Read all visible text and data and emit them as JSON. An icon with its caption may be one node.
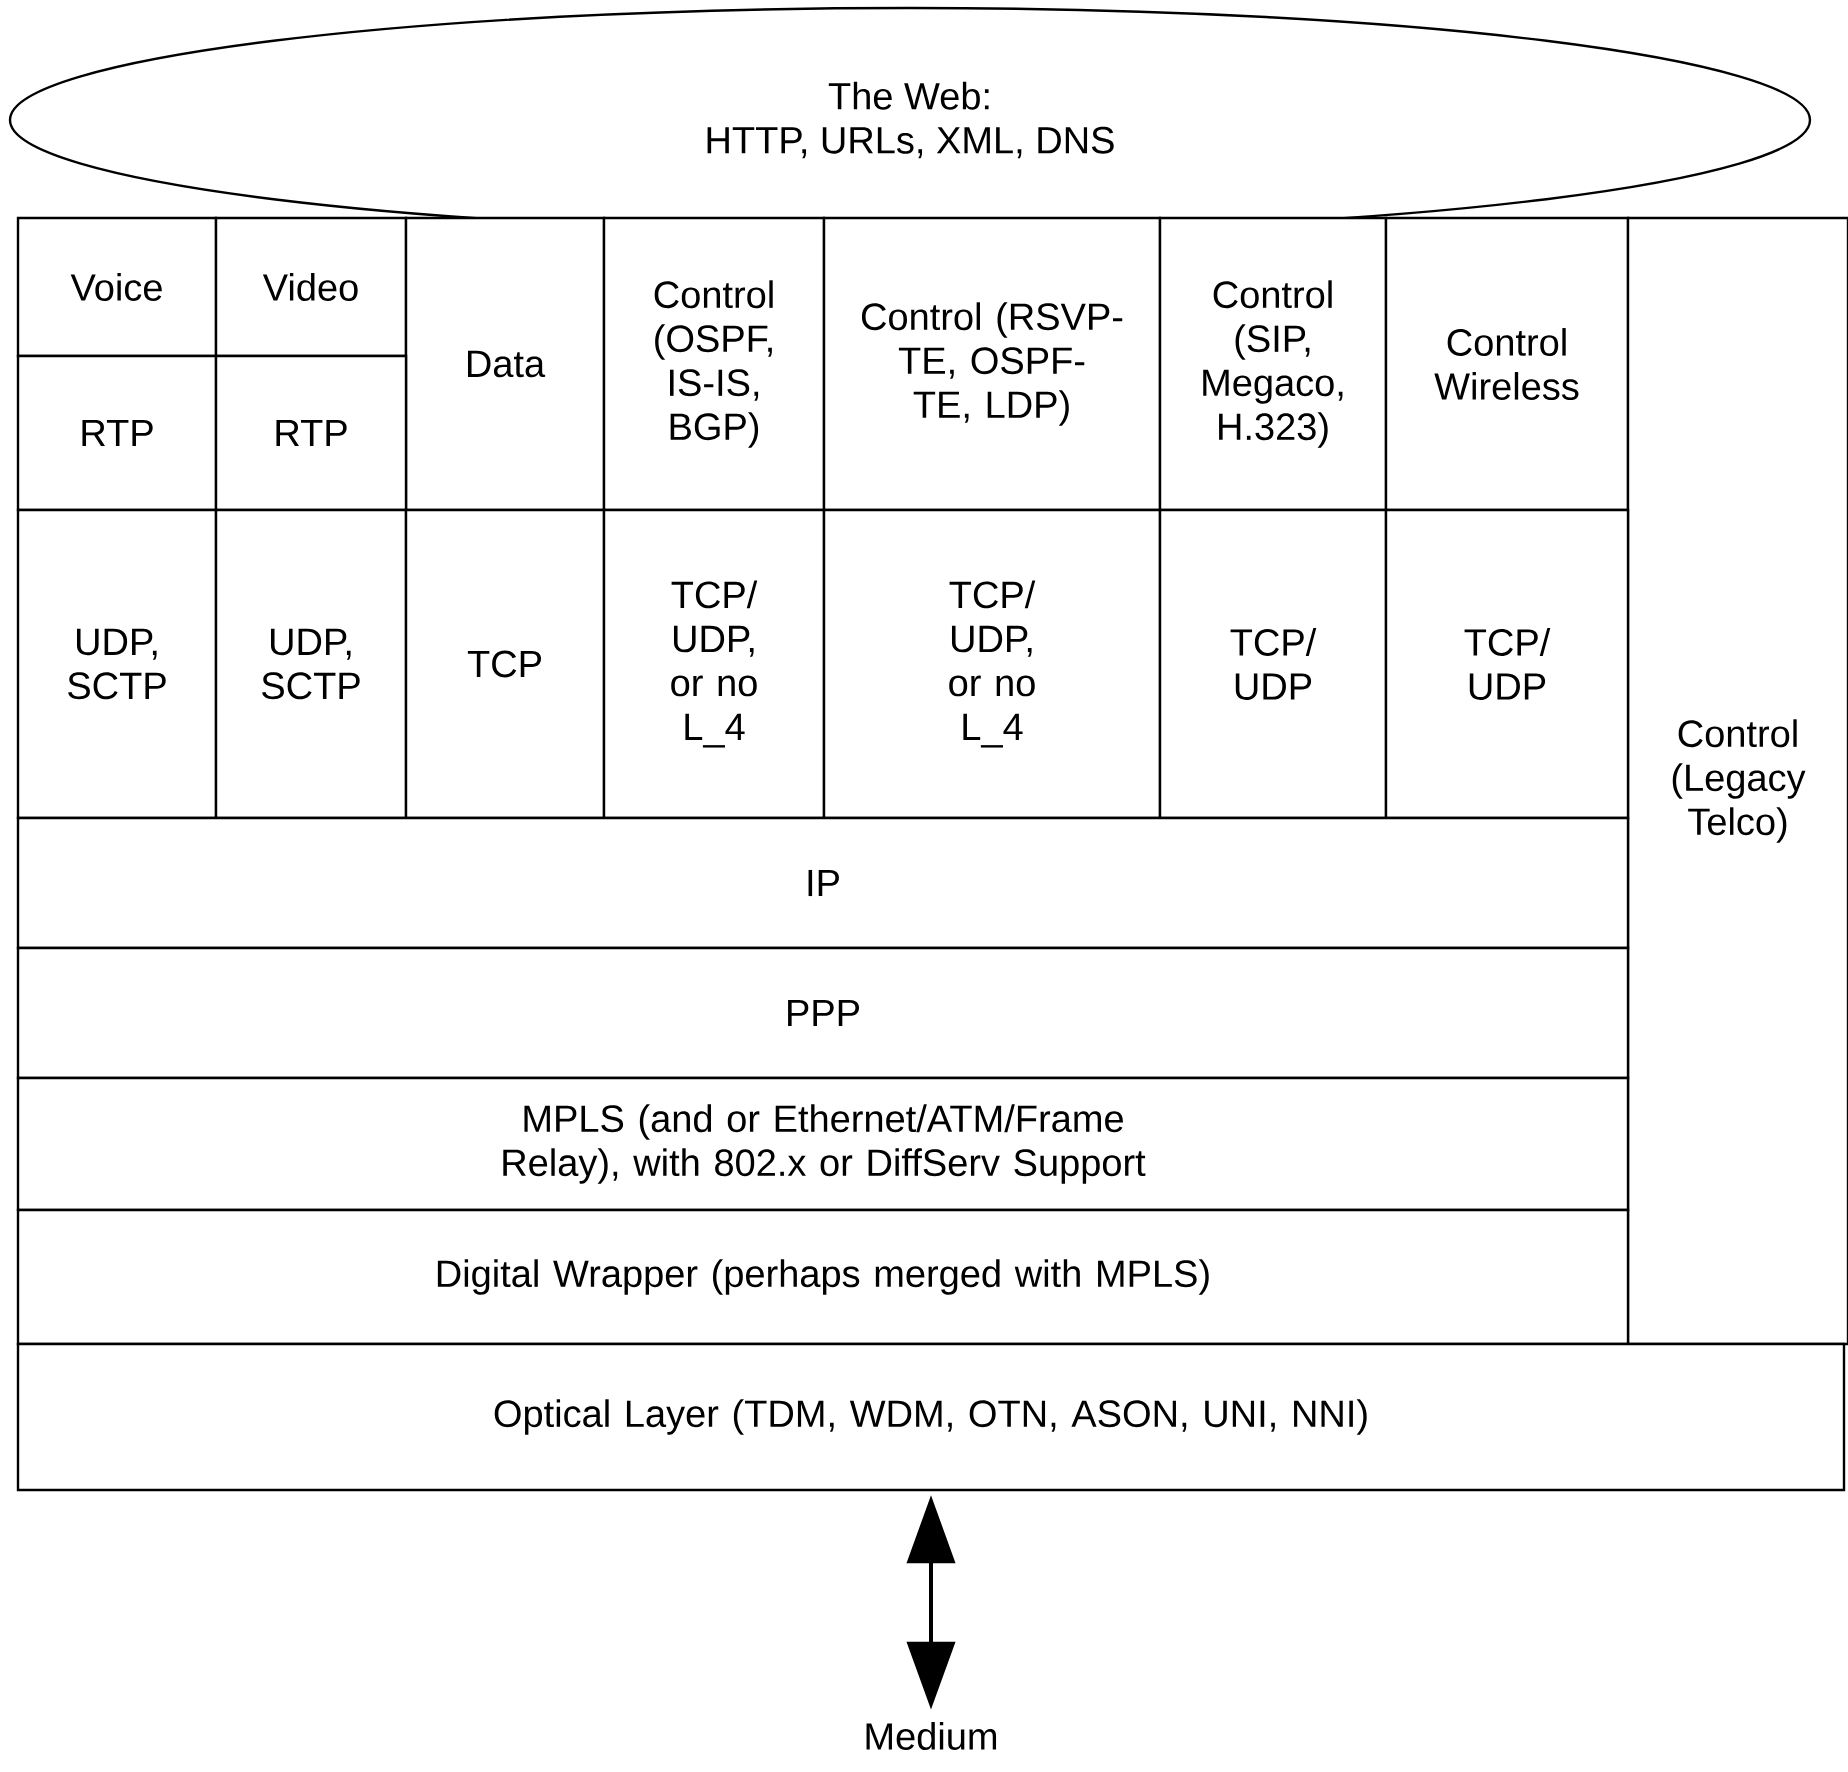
{
  "diagram": {
    "nodes": [
      {
        "text": [
          "The Web:",
          "HTTP, URLs, XML, DNS"
        ]
      },
      {
        "text": [
          "Voice"
        ]
      },
      {
        "text": [
          "Video"
        ]
      },
      {
        "text": [
          "Data"
        ]
      },
      {
        "text": [
          "Control (OSPF, IS-IS, BGP)"
        ]
      },
      {
        "text": [
          "Control (RSVP-TE, OSPF-TE, LDP)"
        ]
      },
      {
        "text": [
          "Control (SIP, Megaco, H.323)"
        ]
      },
      {
        "text": [
          "Control Wireless"
        ]
      },
      {
        "text": [
          "Control (Legacy Telco)"
        ]
      },
      {
        "text": [
          "RTP"
        ]
      },
      {
        "text": [
          "RTP"
        ]
      },
      {
        "text": [
          "UDP, SCTP"
        ]
      },
      {
        "text": [
          "UDP, SCTP"
        ]
      },
      {
        "text": [
          "TCP"
        ]
      },
      {
        "text": [
          "TCP/ UDP, or no L_4"
        ]
      },
      {
        "text": [
          "TCP/ UDP, or no L_4"
        ]
      },
      {
        "text": [
          "TCP/ UDP"
        ]
      },
      {
        "text": [
          "TCP/ UDP"
        ]
      },
      {
        "text": [
          "IP"
        ]
      },
      {
        "text": [
          "PPP"
        ]
      },
      {
        "text": [
          "MPLS (and or Ethernet/ATM/Frame Relay), with 802.x or DiffServ Support"
        ]
      },
      {
        "text": [
          "Digital Wrapper (perhaps merged with MPLS)"
        ]
      },
      {
        "text": [
          "Optical Layer (TDM, WDM, OTN, ASON, UNI, NNI)"
        ]
      },
      {
        "text": [
          "Medium"
        ]
      }
    ],
    "edges": [
      {
        "from": 22,
        "to": 23,
        "arrow": "both"
      }
    ]
  }
}
